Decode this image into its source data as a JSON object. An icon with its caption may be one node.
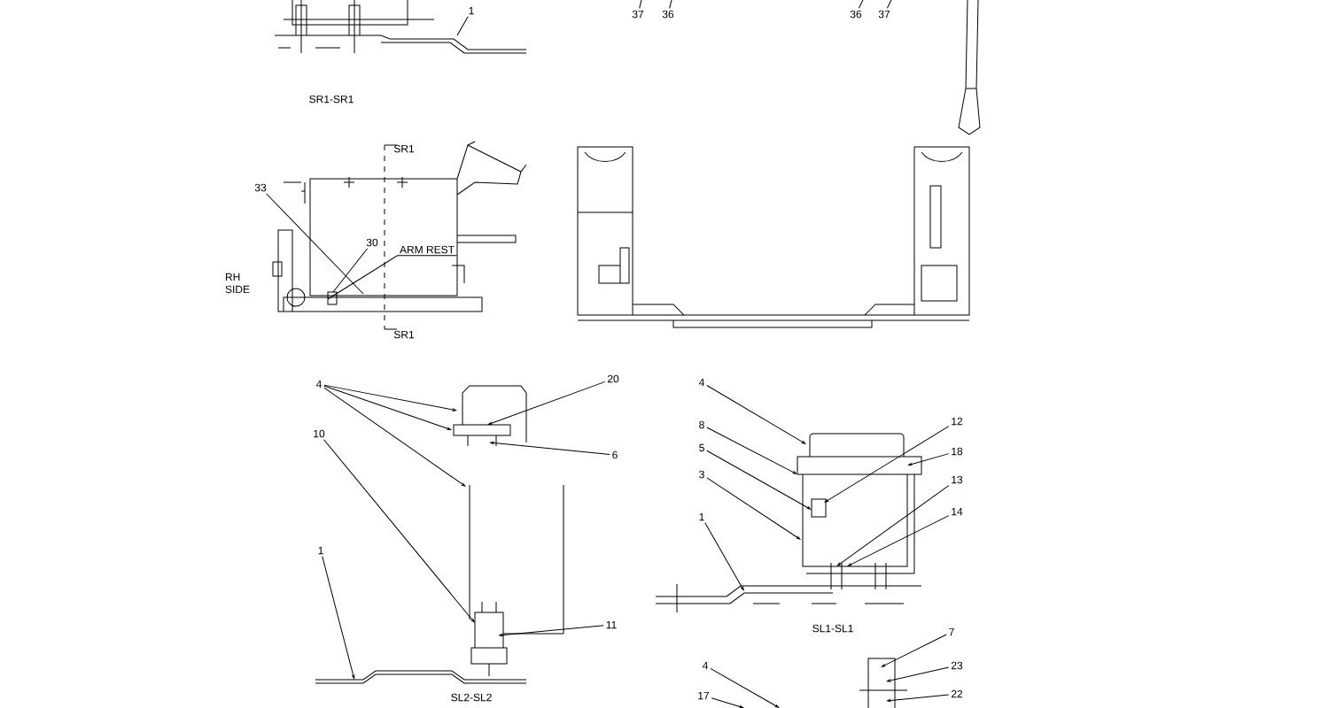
{
  "diagram": {
    "nodes": [
      {
        "text": [
          "1"
        ]
      },
      {
        "text": [
          "37"
        ]
      },
      {
        "text": [
          "36"
        ]
      },
      {
        "text": [
          "36"
        ]
      },
      {
        "text": [
          "37"
        ]
      },
      {
        "text": [
          "33"
        ]
      },
      {
        "text": [
          "30"
        ]
      },
      {
        "text": [
          "ARM REST"
        ]
      },
      {
        "text": [
          "4"
        ]
      },
      {
        "text": [
          "20"
        ]
      },
      {
        "text": [
          "6"
        ]
      },
      {
        "text": [
          "10"
        ]
      },
      {
        "text": [
          "1"
        ]
      },
      {
        "text": [
          "11"
        ]
      },
      {
        "text": [
          "4"
        ]
      },
      {
        "text": [
          "8"
        ]
      },
      {
        "text": [
          "5"
        ]
      },
      {
        "text": [
          "3"
        ]
      },
      {
        "text": [
          "1"
        ]
      },
      {
        "text": [
          "12"
        ]
      },
      {
        "text": [
          "18"
        ]
      },
      {
        "text": [
          "13"
        ]
      },
      {
        "text": [
          "14"
        ]
      },
      {
        "text": [
          "7"
        ]
      },
      {
        "text": [
          "23"
        ]
      },
      {
        "text": [
          "22"
        ]
      },
      {
        "text": [
          "4"
        ]
      },
      {
        "text": [
          "17"
        ]
      }
    ],
    "edges": [
      {
        "from": 0,
        "to": null,
        "arrow": "none"
      },
      {
        "from": 1,
        "to": null,
        "arrow": "none"
      },
      {
        "from": 2,
        "to": null,
        "arrow": "none"
      },
      {
        "from": 3,
        "to": null,
        "arrow": "none"
      },
      {
        "from": 4,
        "to": null,
        "arrow": "none"
      },
      {
        "from": 5,
        "to": null,
        "arrow": "none"
      },
      {
        "from": 6,
        "to": null,
        "arrow": "none"
      },
      {
        "from": 7,
        "to": null,
        "arrow": "none"
      },
      {
        "from": 8,
        "to": null,
        "arrow": "to"
      },
      {
        "from": 8,
        "to": null,
        "arrow": "to"
      },
      {
        "from": 8,
        "to": null,
        "arrow": "to"
      },
      {
        "from": 9,
        "to": null,
        "arrow": "to"
      },
      {
        "from": 10,
        "to": null,
        "arrow": "to"
      },
      {
        "from": 11,
        "to": null,
        "arrow": "to"
      },
      {
        "from": 12,
        "to": null,
        "arrow": "to"
      },
      {
        "from": 13,
        "to": null,
        "arrow": "to"
      },
      {
        "from": 14,
        "to": null,
        "arrow": "to"
      },
      {
        "from": 15,
        "to": null,
        "arrow": "to"
      },
      {
        "from": 16,
        "to": null,
        "arrow": "to"
      },
      {
        "from": 17,
        "to": null,
        "arrow": "to"
      },
      {
        "from": 18,
        "to": null,
        "arrow": "to"
      },
      {
        "from": 19,
        "to": null,
        "arrow": "to"
      },
      {
        "from": 20,
        "to": null,
        "arrow": "to"
      },
      {
        "from": 21,
        "to": null,
        "arrow": "to"
      },
      {
        "from": 22,
        "to": null,
        "arrow": "to"
      },
      {
        "from": 23,
        "to": null,
        "arrow": "to"
      },
      {
        "from": 24,
        "to": null,
        "arrow": "to"
      },
      {
        "from": 25,
        "to": null,
        "arrow": "to"
      },
      {
        "from": 26,
        "to": null,
        "arrow": "to"
      },
      {
        "from": 27,
        "to": null,
        "arrow": "to"
      }
    ],
    "labels": [
      "SR1-SR1",
      "SR1",
      "RH SIDE",
      "SR1",
      "SL2-SL2",
      "SL1-SL1"
    ]
  }
}
